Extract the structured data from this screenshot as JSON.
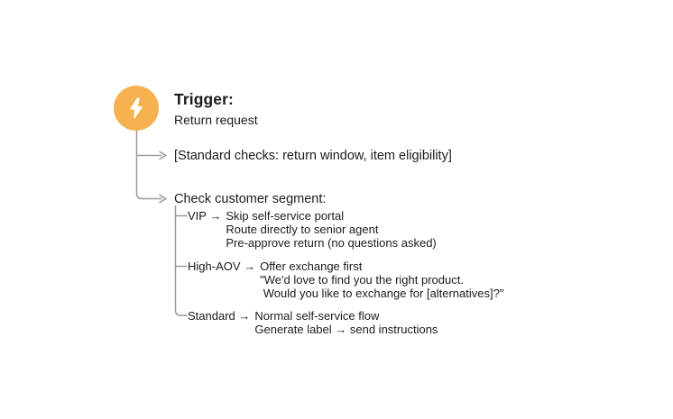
{
  "colors": {
    "background": "#ffffff",
    "icon_bg": "#f6b250",
    "icon_glyph": "#ffffff",
    "connector": "#999999",
    "text": "#1b1b1d"
  },
  "trigger": {
    "icon": "lightning-bolt-icon",
    "title": "Trigger:",
    "subtitle": "Return request"
  },
  "flow": {
    "standard_checks": "[Standard checks: return window, item eligibility]",
    "segment_heading": "Check customer segment:",
    "segments": [
      {
        "label": "VIP →",
        "lines": [
          "Skip self-service portal",
          "Route directly to senior agent",
          "Pre-approve return (no questions asked)"
        ]
      },
      {
        "label": "High-AOV →",
        "lines": [
          "Offer exchange first",
          "\"We'd love to find you the right product.",
          " Would you like to exchange for [alternatives]?\""
        ]
      },
      {
        "label": "Standard →",
        "lines": [
          "Normal self-service flow",
          "Generate label → send instructions"
        ]
      }
    ]
  }
}
